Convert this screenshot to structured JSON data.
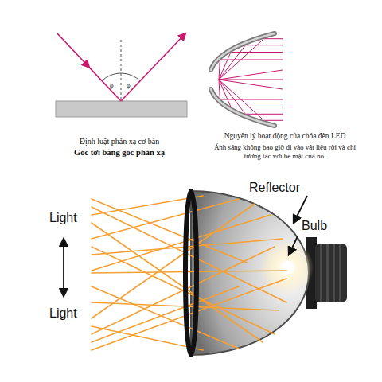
{
  "diagram": {
    "labels": [
      "φ",
      "φ",
      "Định luật phản xạ cơ bản",
      "Góc tới bằng góc phản xạ",
      "Nguyên lý hoạt động của chóa đèn LED",
      "Ánh sáng không bao giờ đi vào vật liệu rời và chỉ tương tác với bề mặt của nó.",
      "Reflector",
      "Bulb",
      "Light",
      "Light"
    ]
  }
}
